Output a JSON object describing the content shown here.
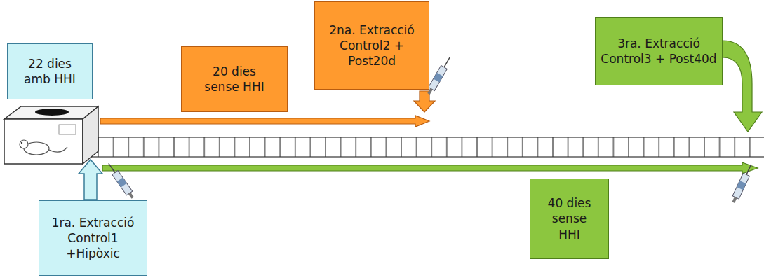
{
  "diagram": {
    "nodes": [
      {
        "text": [
          "22 dies amb HHI"
        ]
      },
      {
        "text": [
          "20 dies sense HHI"
        ]
      },
      {
        "text": [
          "2na. Extracció",
          "Control2 + Post20d"
        ]
      },
      {
        "text": [
          "3ra. Extracció",
          "Control3 + Post40d"
        ]
      },
      {
        "text": [
          "1ra. Extracció",
          "Control1 +Hipòxic"
        ]
      },
      {
        "text": [
          "40 dies sense HHI"
        ]
      }
    ]
  }
}
